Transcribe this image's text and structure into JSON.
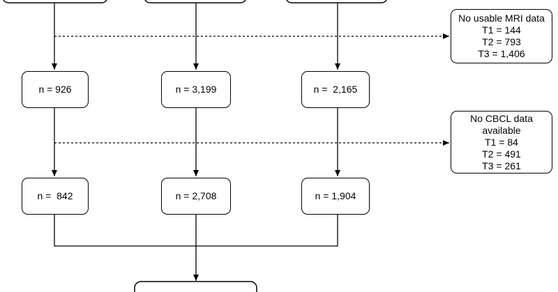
{
  "flowchart": {
    "columns": [
      {
        "after_mri": "n = 926",
        "after_cbcl": "n =  842"
      },
      {
        "after_mri": "n = 3,199",
        "after_cbcl": "n = 2,708"
      },
      {
        "after_mri": "n =  2,165",
        "after_cbcl": "n = 1,904"
      }
    ],
    "exclusions": [
      {
        "lines": [
          "No usable MRI data",
          "T1 = 144",
          "T2 = 793",
          "T3 = 1,406"
        ]
      },
      {
        "lines": [
          "No CBCL data",
          "available",
          "T1 = 84",
          "T2 = 491",
          "T3 = 261"
        ]
      }
    ]
  }
}
